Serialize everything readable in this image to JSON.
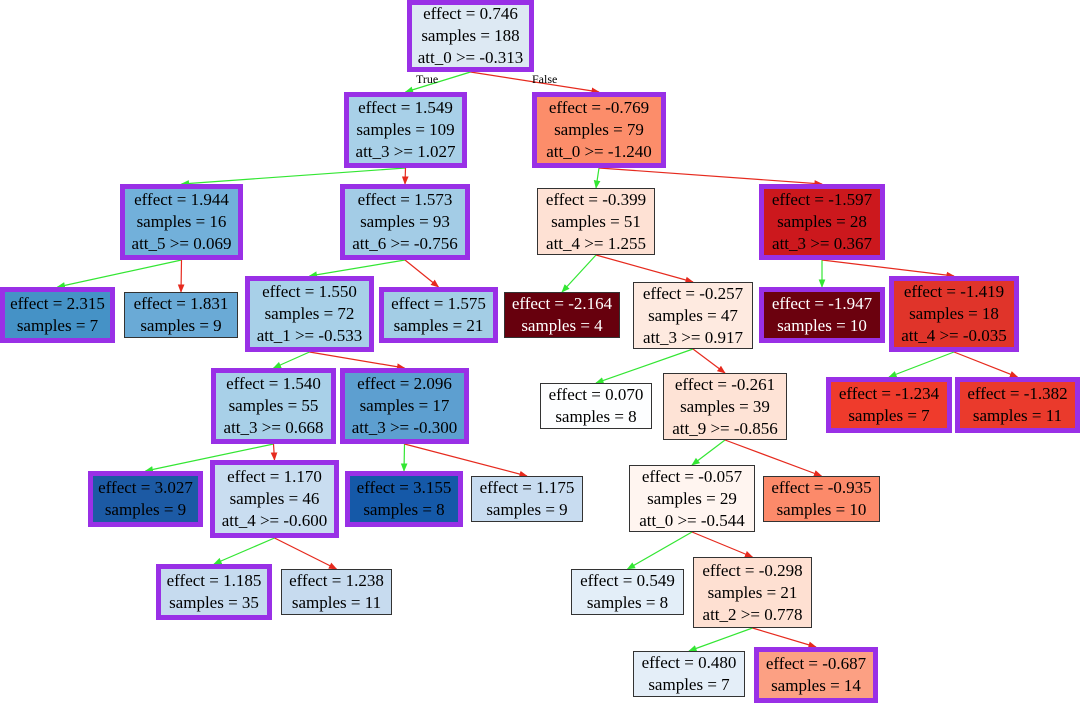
{
  "colors": {
    "true_edge": "#33e633",
    "false_edge": "#e62a1e",
    "highlight_border": "#9930e6"
  },
  "edge_labels": {
    "true": "True",
    "false": "False"
  },
  "nodes": [
    {
      "id": "n0",
      "lines": [
        "effect = 0.746",
        "samples = 188",
        "att_0 >= -0.313"
      ],
      "fill": "#dde9f3",
      "hl": true
    },
    {
      "id": "n1",
      "lines": [
        "effect = 1.549",
        "samples = 109",
        "att_3 >= 1.027"
      ],
      "fill": "#a8d0e8",
      "hl": true
    },
    {
      "id": "n2",
      "lines": [
        "effect = -0.769",
        "samples = 79",
        "att_0 >= -1.240"
      ],
      "fill": "#fc8d6a",
      "hl": true
    },
    {
      "id": "n3",
      "lines": [
        "effect = 1.944",
        "samples = 16",
        "att_5 >= 0.069"
      ],
      "fill": "#72b0da",
      "hl": true
    },
    {
      "id": "n4",
      "lines": [
        "effect = 1.573",
        "samples = 93",
        "att_6 >= -0.756"
      ],
      "fill": "#a3cce6",
      "hl": true
    },
    {
      "id": "n5",
      "lines": [
        "effect = -0.399",
        "samples = 51",
        "att_4 >= 1.255"
      ],
      "fill": "#fee1d4",
      "hl": false
    },
    {
      "id": "n6",
      "lines": [
        "effect = -1.597",
        "samples = 28",
        "att_3 >= 0.367"
      ],
      "fill": "#cc181d",
      "hl": true
    },
    {
      "id": "n7",
      "lines": [
        "effect = 2.315",
        "samples = 7"
      ],
      "fill": "#4592c6",
      "hl": true
    },
    {
      "id": "n8",
      "lines": [
        "effect = 1.831",
        "samples = 9"
      ],
      "fill": "#6aaad6",
      "hl": false
    },
    {
      "id": "n9",
      "lines": [
        "effect = 1.550",
        "samples = 72",
        "att_1 >= -0.533"
      ],
      "fill": "#a8d0e8",
      "hl": true
    },
    {
      "id": "n10",
      "lines": [
        "effect = 1.575",
        "samples = 21"
      ],
      "fill": "#a3cde5",
      "hl": true
    },
    {
      "id": "n11",
      "lines": [
        "effect = -2.164",
        "samples = 4"
      ],
      "fill": "#67000d",
      "hl": false,
      "dark": true
    },
    {
      "id": "n12",
      "lines": [
        "effect = -0.257",
        "samples = 47",
        "att_3 >= 0.917"
      ],
      "fill": "#feeae0",
      "hl": false
    },
    {
      "id": "n13",
      "lines": [
        "effect = -1.947",
        "samples = 10"
      ],
      "fill": "#6b010e",
      "hl": true,
      "dark": true
    },
    {
      "id": "n14",
      "lines": [
        "effect = -1.419",
        "samples = 18",
        "att_4 >= -0.035"
      ],
      "fill": "#e0342a",
      "hl": true
    },
    {
      "id": "n15",
      "lines": [
        "effect = 1.540",
        "samples = 55",
        "att_3 >= 0.668"
      ],
      "fill": "#a8d0e8",
      "hl": true
    },
    {
      "id": "n16",
      "lines": [
        "effect = 2.096",
        "samples = 17",
        "att_3 >= -0.300"
      ],
      "fill": "#5d9fd0",
      "hl": true
    },
    {
      "id": "n17",
      "lines": [
        "effect = 0.070",
        "samples = 8"
      ],
      "fill": "#fdfeff",
      "hl": false
    },
    {
      "id": "n18",
      "lines": [
        "effect = -0.261",
        "samples = 39",
        "att_9 >= -0.856"
      ],
      "fill": "#fee3d6",
      "hl": false
    },
    {
      "id": "n19",
      "lines": [
        "effect = -1.234",
        "samples = 7"
      ],
      "fill": "#ef3b2c",
      "hl": true
    },
    {
      "id": "n20",
      "lines": [
        "effect = -1.382",
        "samples = 11"
      ],
      "fill": "#ea3a2c",
      "hl": true
    },
    {
      "id": "n21",
      "lines": [
        "effect = 3.027",
        "samples = 9"
      ],
      "fill": "#1c5aa4",
      "hl": true
    },
    {
      "id": "n22",
      "lines": [
        "effect = 1.170",
        "samples = 46",
        "att_4 >= -0.600"
      ],
      "fill": "#c9ddf0",
      "hl": true
    },
    {
      "id": "n23",
      "lines": [
        "effect = 3.155",
        "samples = 8"
      ],
      "fill": "#1559a8",
      "hl": true
    },
    {
      "id": "n24",
      "lines": [
        "effect = 1.175",
        "samples = 9"
      ],
      "fill": "#c8dcf0",
      "hl": false
    },
    {
      "id": "n25",
      "lines": [
        "effect = -0.057",
        "samples = 29",
        "att_0 >= -0.544"
      ],
      "fill": "#fff5f0",
      "hl": false
    },
    {
      "id": "n26",
      "lines": [
        "effect = -0.935",
        "samples = 10"
      ],
      "fill": "#fc8a6a",
      "hl": false
    },
    {
      "id": "n27",
      "lines": [
        "effect = 1.185",
        "samples = 35"
      ],
      "fill": "#c6dbef",
      "hl": true
    },
    {
      "id": "n28",
      "lines": [
        "effect = 1.238",
        "samples = 11"
      ],
      "fill": "#c7dbef",
      "hl": false
    },
    {
      "id": "n29",
      "lines": [
        "effect = 0.549",
        "samples = 8"
      ],
      "fill": "#e3eef8",
      "hl": false
    },
    {
      "id": "n30",
      "lines": [
        "effect = -0.298",
        "samples = 21",
        "att_2 >= 0.778"
      ],
      "fill": "#fee0d2",
      "hl": false
    },
    {
      "id": "n31",
      "lines": [
        "effect = 0.480",
        "samples = 7"
      ],
      "fill": "#e4eef8",
      "hl": false
    },
    {
      "id": "n32",
      "lines": [
        "effect = -0.687",
        "samples = 14"
      ],
      "fill": "#fca083",
      "hl": true
    }
  ],
  "edges": [
    {
      "from": "n0",
      "to": "n1",
      "branch": "true"
    },
    {
      "from": "n0",
      "to": "n2",
      "branch": "false"
    },
    {
      "from": "n1",
      "to": "n3",
      "branch": "true"
    },
    {
      "from": "n1",
      "to": "n4",
      "branch": "false"
    },
    {
      "from": "n2",
      "to": "n5",
      "branch": "true"
    },
    {
      "from": "n2",
      "to": "n6",
      "branch": "false"
    },
    {
      "from": "n3",
      "to": "n7",
      "branch": "true"
    },
    {
      "from": "n3",
      "to": "n8",
      "branch": "false"
    },
    {
      "from": "n4",
      "to": "n9",
      "branch": "true"
    },
    {
      "from": "n4",
      "to": "n10",
      "branch": "false"
    },
    {
      "from": "n5",
      "to": "n11",
      "branch": "true"
    },
    {
      "from": "n5",
      "to": "n12",
      "branch": "false"
    },
    {
      "from": "n6",
      "to": "n13",
      "branch": "true"
    },
    {
      "from": "n6",
      "to": "n14",
      "branch": "false"
    },
    {
      "from": "n9",
      "to": "n15",
      "branch": "true"
    },
    {
      "from": "n9",
      "to": "n16",
      "branch": "false"
    },
    {
      "from": "n12",
      "to": "n17",
      "branch": "true"
    },
    {
      "from": "n12",
      "to": "n18",
      "branch": "false"
    },
    {
      "from": "n14",
      "to": "n19",
      "branch": "true"
    },
    {
      "from": "n14",
      "to": "n20",
      "branch": "false"
    },
    {
      "from": "n15",
      "to": "n21",
      "branch": "true"
    },
    {
      "from": "n15",
      "to": "n22",
      "branch": "false"
    },
    {
      "from": "n16",
      "to": "n23",
      "branch": "true"
    },
    {
      "from": "n16",
      "to": "n24",
      "branch": "false"
    },
    {
      "from": "n18",
      "to": "n25",
      "branch": "true"
    },
    {
      "from": "n18",
      "to": "n26",
      "branch": "false"
    },
    {
      "from": "n22",
      "to": "n27",
      "branch": "true"
    },
    {
      "from": "n22",
      "to": "n28",
      "branch": "false"
    },
    {
      "from": "n25",
      "to": "n29",
      "branch": "true"
    },
    {
      "from": "n25",
      "to": "n30",
      "branch": "false"
    },
    {
      "from": "n30",
      "to": "n31",
      "branch": "true"
    },
    {
      "from": "n30",
      "to": "n32",
      "branch": "false"
    }
  ]
}
